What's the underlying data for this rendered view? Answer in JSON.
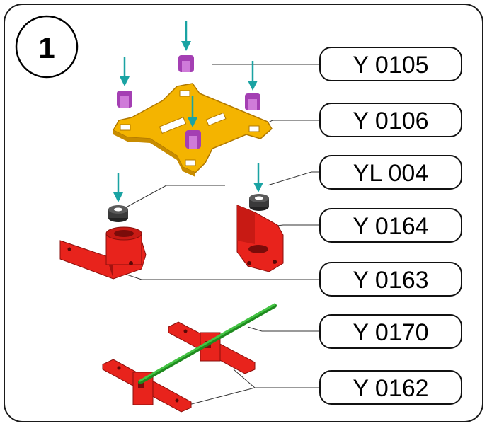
{
  "step": {
    "number": "1"
  },
  "labels": [
    {
      "id": "y0105",
      "text": "Y 0105"
    },
    {
      "id": "y0106",
      "text": "Y 0106"
    },
    {
      "id": "yl004",
      "text": "YL 004"
    },
    {
      "id": "y0164",
      "text": "Y 0164"
    },
    {
      "id": "y0163",
      "text": "Y 0163"
    },
    {
      "id": "y0170",
      "text": "Y 0170"
    },
    {
      "id": "y0162",
      "text": "Y 0162"
    }
  ],
  "colors": {
    "frame": "#1a1a1a",
    "plate": "#f4b400",
    "plate_edge": "#c88c00",
    "clip": "#a43fb3",
    "clip_light": "#cf7bd9",
    "red_part": "#e8231c",
    "red_dark": "#a31210",
    "ring": "#3a3a3a",
    "rod": "#33b233",
    "arrow": "#1aa3a3"
  }
}
